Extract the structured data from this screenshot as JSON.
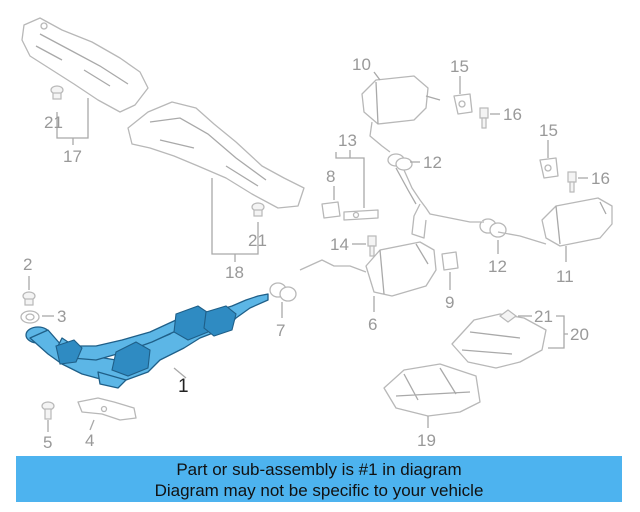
{
  "callouts": {
    "c1": "1",
    "c2": "2",
    "c3": "3",
    "c4": "4",
    "c5": "5",
    "c6": "6",
    "c7": "7",
    "c8": "8",
    "c9": "9",
    "c10": "10",
    "c11": "11",
    "c12a": "12",
    "c12b": "12",
    "c13": "13",
    "c14": "14",
    "c15a": "15",
    "c15b": "15",
    "c16a": "16",
    "c16b": "16",
    "c17": "17",
    "c18": "18",
    "c19": "19",
    "c20": "20",
    "c21a": "21",
    "c21b": "21",
    "c21c": "21"
  },
  "banner": {
    "line1": "Part or sub-assembly is #1 in diagram",
    "line2": "Diagram may not be specific to your vehicle"
  },
  "colors": {
    "highlight": "#5cb6e6",
    "banner": "#4db3ef",
    "linework": "#b8b8b8"
  }
}
